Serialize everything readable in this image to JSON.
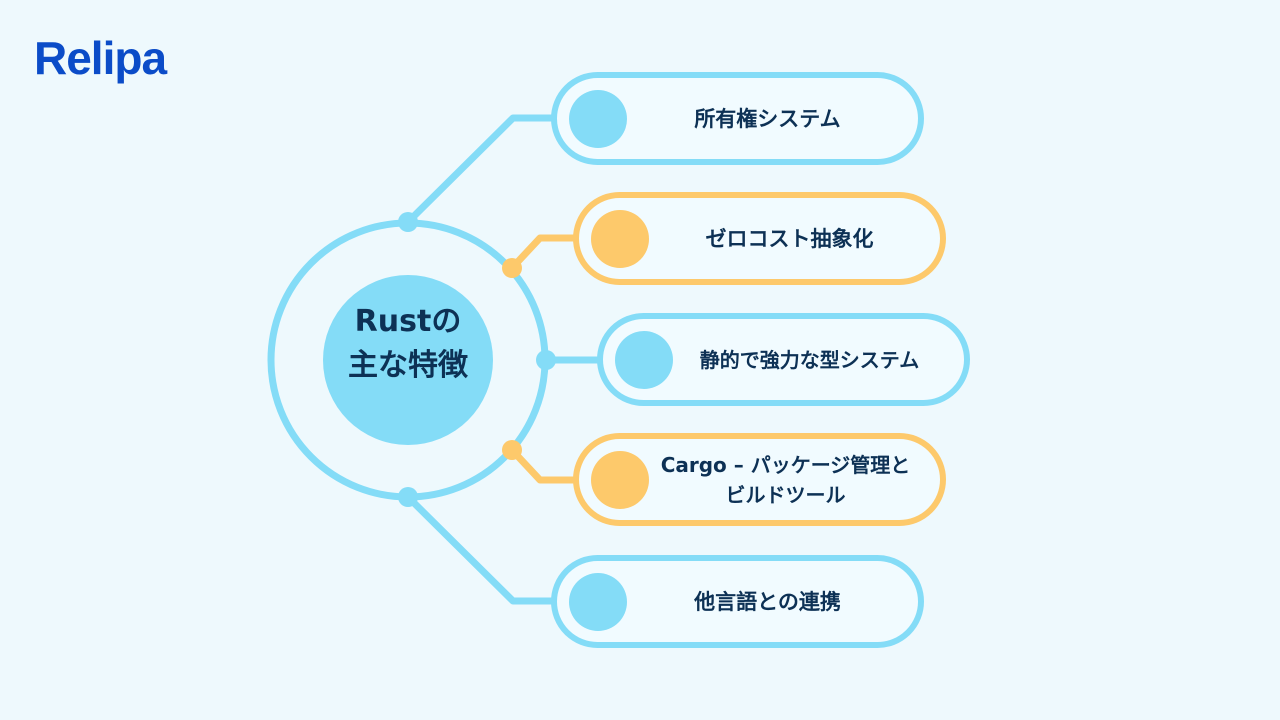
{
  "brand": {
    "logo_text": "Relipa"
  },
  "diagram": {
    "title": "Rustの主な特徴",
    "title_line1": "Rustの",
    "title_line2": "主な特徴",
    "colors": {
      "blue": "#84dcf7",
      "orange": "#fdc96b",
      "text": "#0d3155",
      "background": "#eef9fd",
      "logo": "#0b4cc8"
    },
    "features": [
      {
        "label": "所有権システム",
        "color": "blue"
      },
      {
        "label": "ゼロコスト抽象化",
        "color": "orange"
      },
      {
        "label": "静的で強力な型システム",
        "color": "blue"
      },
      {
        "label": "Cargo – パッケージ管理とビルドツール",
        "line1": "Cargo – パッケージ管理と",
        "line2": "ビルドツール",
        "color": "orange"
      },
      {
        "label": "他言語との連携",
        "color": "blue"
      }
    ]
  }
}
